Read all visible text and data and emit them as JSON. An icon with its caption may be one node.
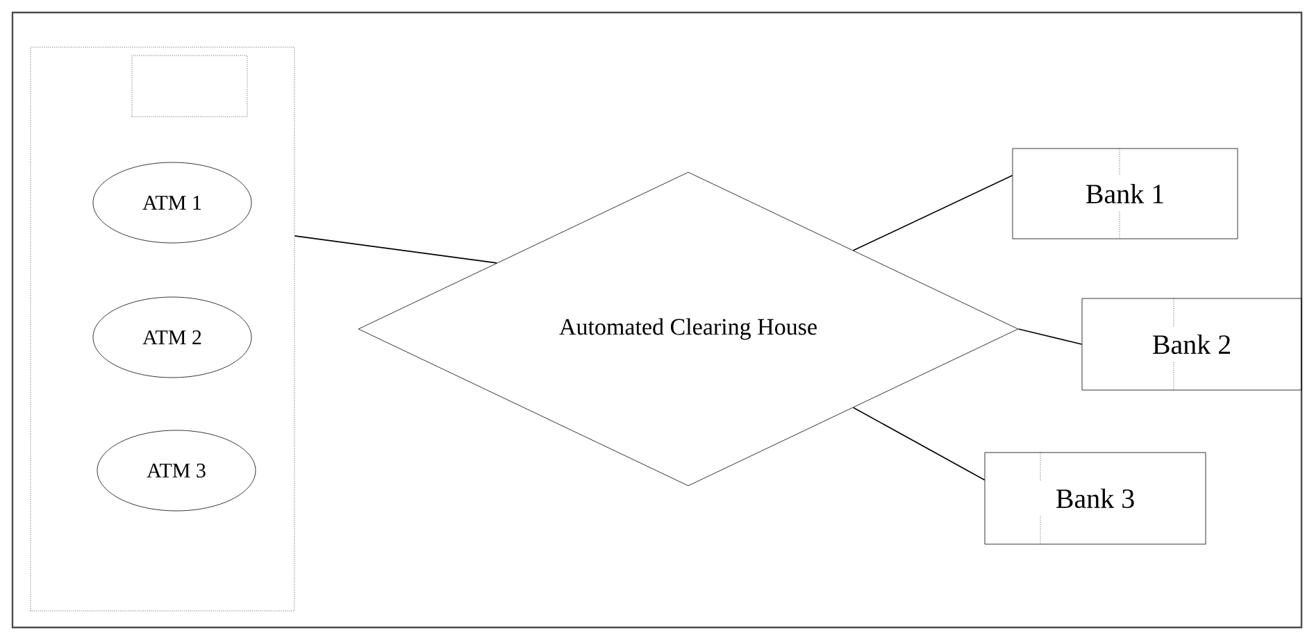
{
  "diagram": {
    "nodes": [
      {
        "text": [],
        "shape": "box"
      },
      {
        "text": [],
        "shape": "box",
        "in": 0
      },
      {
        "text": [
          "ATM 1"
        ],
        "in": 0
      },
      {
        "text": [
          "ATM 2"
        ],
        "in": 0
      },
      {
        "text": [
          "ATM 3"
        ],
        "in": 0
      },
      {
        "text": [
          "Automated Clearing House"
        ]
      },
      {
        "text": [
          "Bank 1"
        ]
      },
      {
        "text": [
          "Bank 2"
        ]
      },
      {
        "text": [
          "Bank 3"
        ]
      }
    ],
    "edges": [
      {
        "from": 0,
        "to": 5,
        "arrow": "none"
      },
      {
        "from": 5,
        "to": 6,
        "arrow": "none"
      },
      {
        "from": 5,
        "to": 7,
        "arrow": "none"
      },
      {
        "from": 5,
        "to": 8,
        "arrow": "none"
      }
    ]
  }
}
